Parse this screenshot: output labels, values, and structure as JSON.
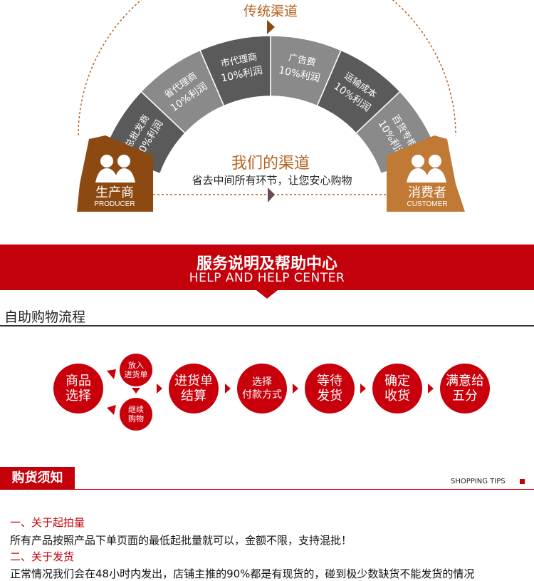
{
  "channel": {
    "top_title": "传统渠道",
    "segments": [
      {
        "name": "总批发商",
        "profit": "10%利润"
      },
      {
        "name": "省代理商",
        "profit": "10%利润"
      },
      {
        "name": "市代理商",
        "profit": "10%利润"
      },
      {
        "name": "广告费",
        "profit": "10%利润"
      },
      {
        "name": "运输成本",
        "profit": "10%利润"
      },
      {
        "name": "百货专柜",
        "profit": "10%利润"
      }
    ],
    "producer": {
      "cn": "生产商",
      "en": "PRODUCER"
    },
    "customer": {
      "cn": "消费者",
      "en": "CUSTOMER"
    },
    "our_title": "我们的渠道",
    "our_subtitle": "省去中间所有环节，让您安心购物",
    "colors": {
      "segment": "#5a5a5a",
      "segment_light": "#8a8a8a",
      "producer": "#8c4a12",
      "customer": "#c07a36",
      "dash": "#b5621f"
    }
  },
  "help_banner": {
    "cn": "服务说明及帮助中心",
    "en": "HELP AND HELP CENTER",
    "color": "#c4000b"
  },
  "process": {
    "title": "自助购物流程",
    "steps": [
      {
        "label": "商品\n选择"
      },
      {
        "label": "放入\n进货单"
      },
      {
        "label": "继续\n购物"
      },
      {
        "label": "进货单\n结算"
      },
      {
        "label": "选择\n付款方式"
      },
      {
        "label": "等待\n发货"
      },
      {
        "label": "确定\n收货"
      },
      {
        "label": "满意给\n五分"
      }
    ]
  },
  "tips": {
    "tab": "购货须知",
    "en": "SHOPPING TIPS",
    "items": [
      {
        "heading": "一、关于起拍量",
        "text": "所有产品按照产品下单页面的最低起批量就可以，金额不限，支持混批！"
      },
      {
        "heading": "二、关于发货",
        "text": "正常情况我们会在48小时内发出，店铺主推的90%都是有现货的，碰到极少数缺货不能发货的情况"
      }
    ]
  }
}
